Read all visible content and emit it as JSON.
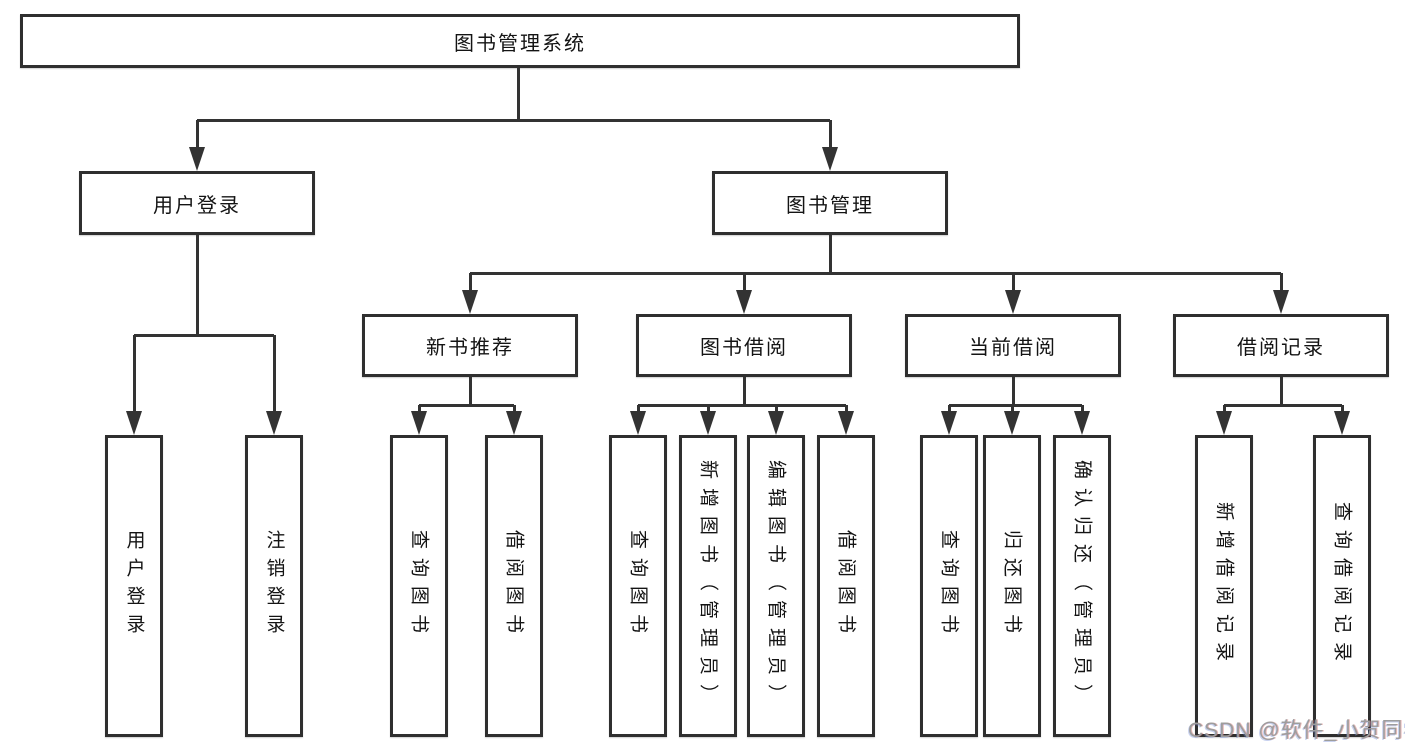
{
  "diagram": {
    "root": "图书管理系统",
    "level2": [
      "用户登录",
      "图书管理"
    ],
    "level3": [
      "新书推荐",
      "图书借阅",
      "当前借阅",
      "借阅记录"
    ],
    "leaves": [
      "用户登录",
      "注销登录",
      "查询图书",
      "借阅图书",
      "查询图书",
      "新增图书（管理员）",
      "编辑图书（管理员）",
      "借阅图书",
      "查询图书",
      "归还图书",
      "确认归还（管理员）",
      "新增借阅记录",
      "查询借阅记录"
    ]
  },
  "watermark": "CSDN @软件_小贺同学",
  "colors": {
    "line": "#333333",
    "border": "#2f2f2f",
    "text": "#141414",
    "watermark": "#9d9d9d",
    "background": "#ffffff"
  }
}
